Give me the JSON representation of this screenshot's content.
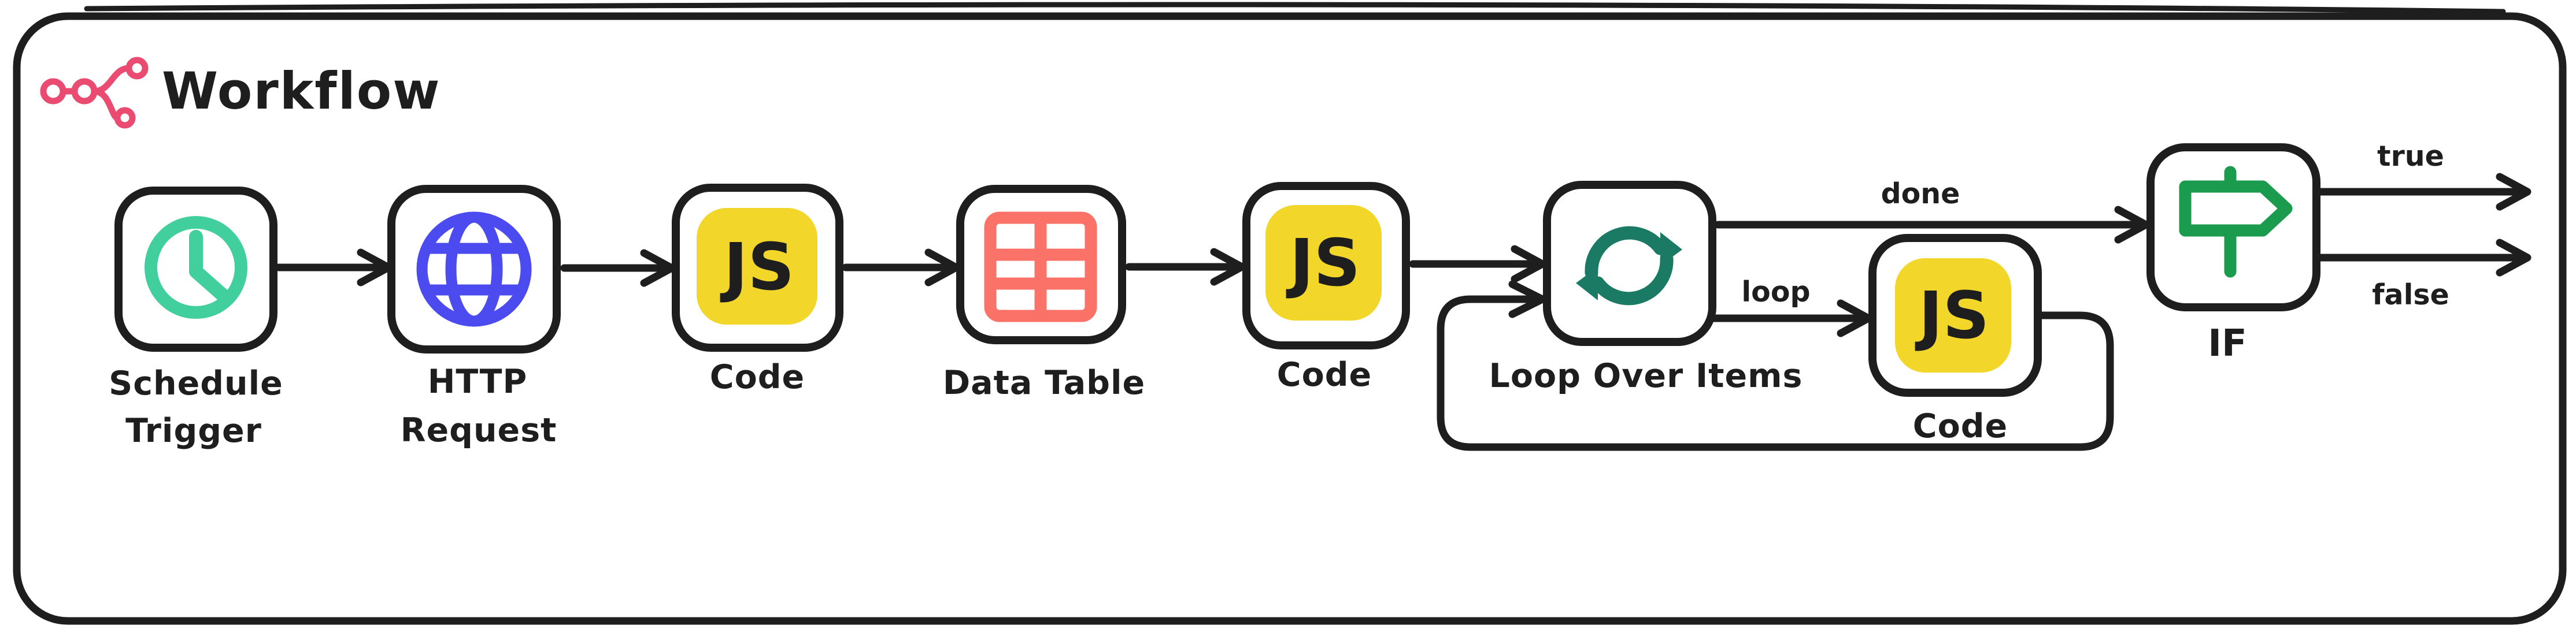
{
  "header": {
    "title": "Workflow"
  },
  "logo": {
    "icon": "n8n-logo-icon",
    "color": "#EA4B71"
  },
  "canvas": {
    "background": "#FFFFFF",
    "border_color": "#1E1E1E"
  },
  "colors": {
    "stroke": "#1E1E1E",
    "schedule_teal": "#41CF9E",
    "http_blue": "#4B4BEF",
    "js_yellow": "#F2D72A",
    "js_text": "#111111",
    "error_red": "#E23B31",
    "table_coral": "#FB7268",
    "loop_green": "#1B7A63",
    "if_green": "#1A9B4D"
  },
  "nodes": [
    {
      "name": "schedule-trigger",
      "icon": "clock-icon",
      "label_line1": "Schedule",
      "label_line2": "Trigger"
    },
    {
      "name": "http-request",
      "icon": "globe-icon",
      "label_line1": "HTTP",
      "label_line2": "Request"
    },
    {
      "name": "code-1",
      "icon": "js-icon",
      "badge": "JS",
      "label_line1": "Code"
    },
    {
      "name": "data-table",
      "icon": "table-icon",
      "label_line1": "Data Table"
    },
    {
      "name": "code-2",
      "icon": "js-icon",
      "badge": "JS",
      "label_line1": "Code"
    },
    {
      "name": "loop-over-items",
      "icon": "sync-icon",
      "label_line1": "Loop Over Items"
    },
    {
      "name": "code-3",
      "icon": "js-icon",
      "badge": "JS",
      "label_line1": "Code"
    },
    {
      "name": "if",
      "icon": "signpost-icon",
      "label_line1": "IF"
    }
  ],
  "edge_labels": {
    "done": "done",
    "loop": "loop",
    "true": "true",
    "false": "false"
  }
}
